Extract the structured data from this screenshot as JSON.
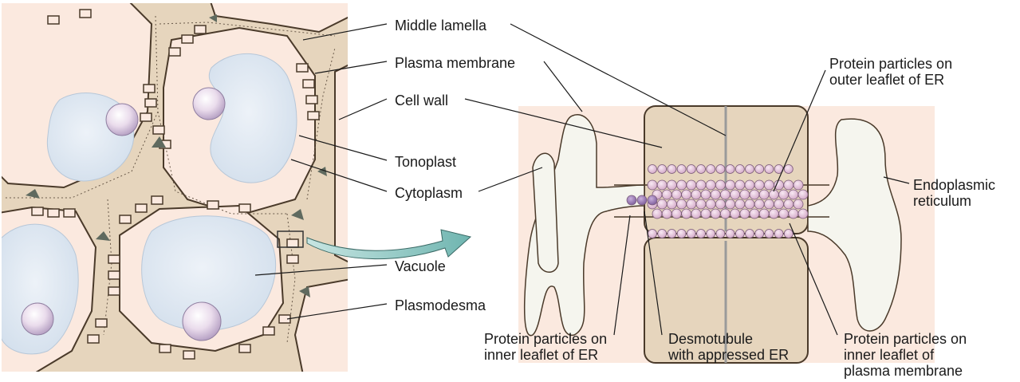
{
  "labels": {
    "middle_lamella": "Middle lamella",
    "plasma_membrane": "Plasma membrane",
    "cell_wall": "Cell wall",
    "tonoplast": "Tonoplast",
    "cytoplasm": "Cytoplasm",
    "vacuole": "Vacuole",
    "plasmodesma": "Plasmodesma",
    "protein_outer_er": "Protein particles on\nouter leaflet of ER",
    "endoplasmic_reticulum": "Endoplasmic\nreticulum",
    "protein_inner_er": "Protein particles on\ninner leaflet of ER",
    "desmotubule": "Desmotubule\nwith appressed ER",
    "protein_inner_pm": "Protein particles on\ninner leaflet of\nplasma membrane"
  },
  "colors": {
    "background": "#fbe9df",
    "wall": "#e6d5bd",
    "wall_stroke": "#4a3a2a",
    "vacuole": "#dde7f2",
    "nucleus": "#e8dbea",
    "er": "#f5f5ee",
    "particle": "#e7c9de",
    "particle_dark": "#9a7ab0",
    "arrow": "#8ec8c4",
    "lamella": "#9a9a9a"
  }
}
